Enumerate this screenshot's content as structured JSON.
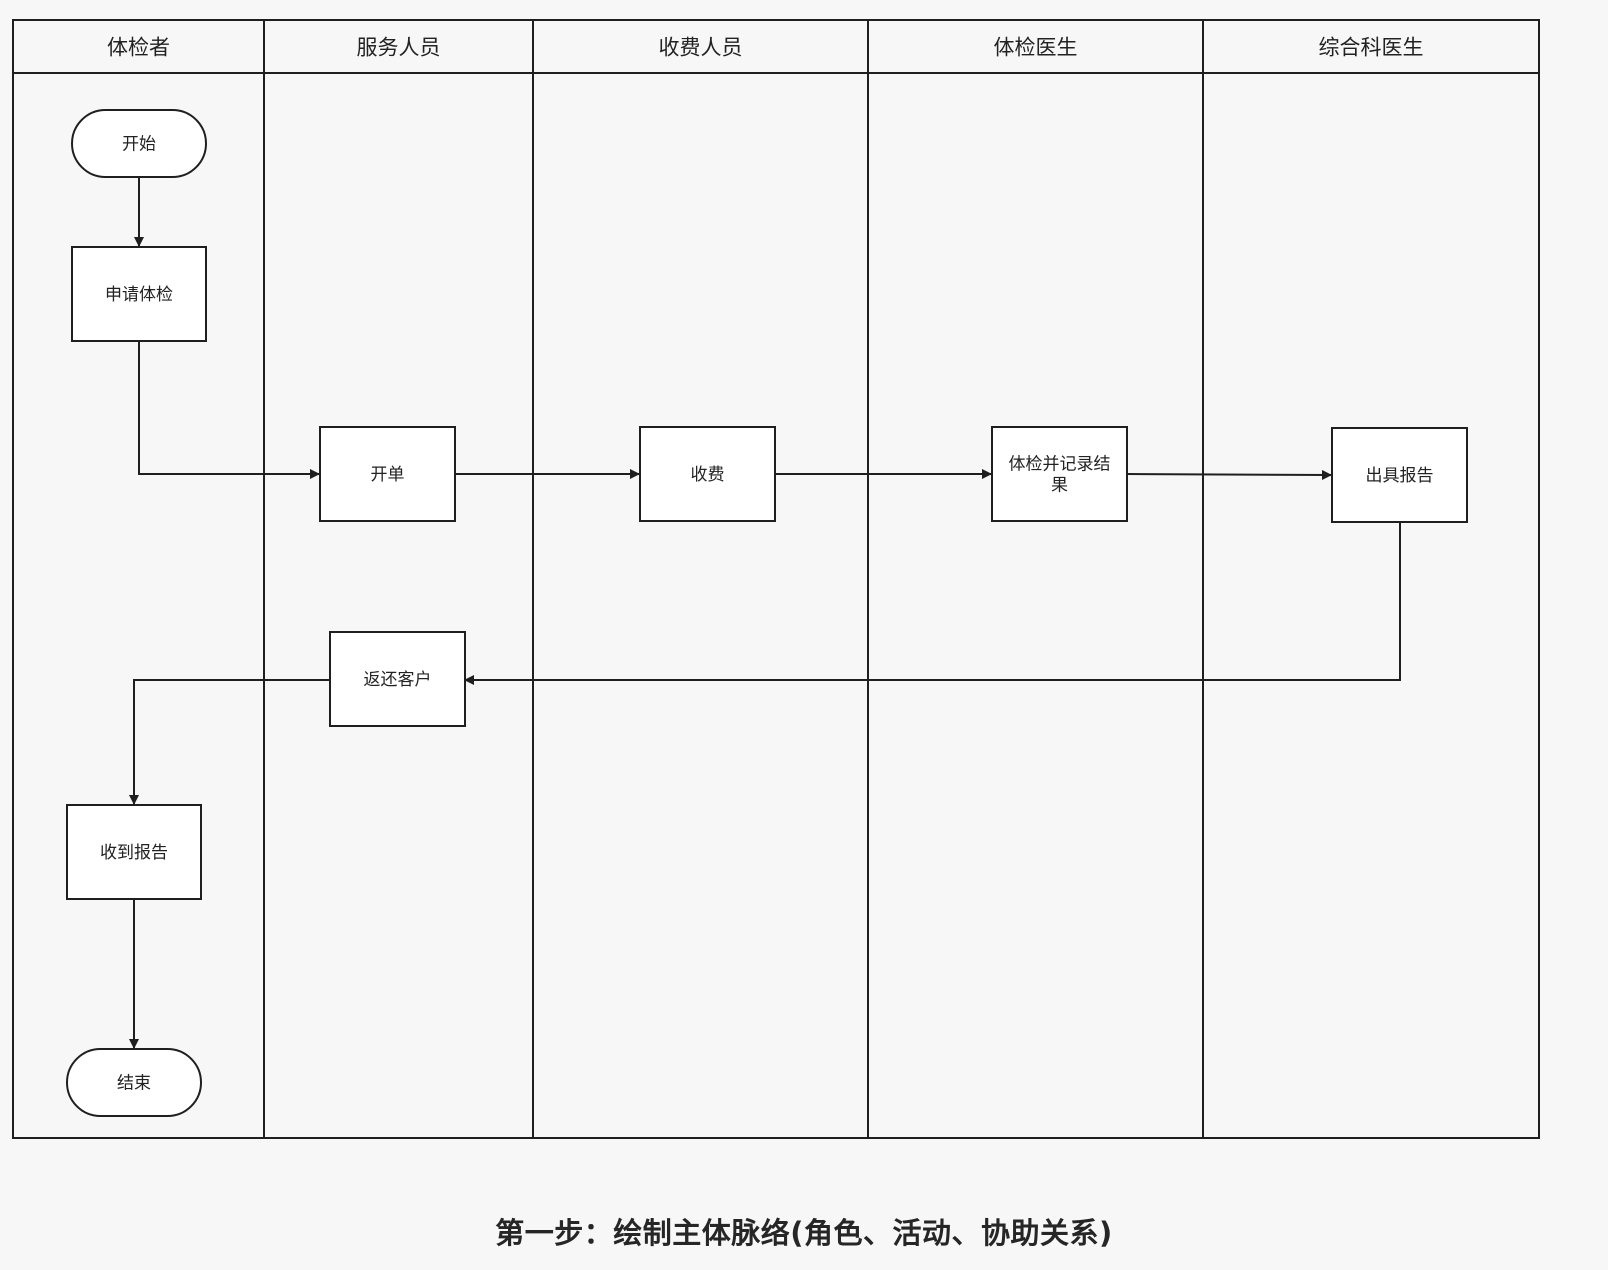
{
  "lanes": [
    {
      "id": "lane-examinee",
      "title": "体检者"
    },
    {
      "id": "lane-service",
      "title": "服务人员"
    },
    {
      "id": "lane-cashier",
      "title": "收费人员"
    },
    {
      "id": "lane-exam-doctor",
      "title": "体检医生"
    },
    {
      "id": "lane-general-doctor",
      "title": "综合科医生"
    }
  ],
  "nodes": [
    {
      "id": "start",
      "shape": "terminal",
      "lines": [
        "开始"
      ]
    },
    {
      "id": "apply-exam",
      "shape": "process",
      "lines": [
        "申请体检"
      ]
    },
    {
      "id": "issue-order",
      "shape": "process",
      "lines": [
        "开单"
      ]
    },
    {
      "id": "charge",
      "shape": "process",
      "lines": [
        "收费"
      ]
    },
    {
      "id": "examine-record",
      "shape": "process",
      "lines": [
        "体检并记录结",
        "果"
      ]
    },
    {
      "id": "issue-report",
      "shape": "process",
      "lines": [
        "出具报告"
      ]
    },
    {
      "id": "return-client",
      "shape": "process",
      "lines": [
        "返还客户"
      ]
    },
    {
      "id": "receive-report",
      "shape": "process",
      "lines": [
        "收到报告"
      ]
    },
    {
      "id": "end",
      "shape": "terminal",
      "lines": [
        "结束"
      ]
    }
  ],
  "edges": [
    {
      "from": "start",
      "to": "apply-exam"
    },
    {
      "from": "apply-exam",
      "to": "issue-order"
    },
    {
      "from": "issue-order",
      "to": "charge"
    },
    {
      "from": "charge",
      "to": "examine-record"
    },
    {
      "from": "examine-record",
      "to": "issue-report"
    },
    {
      "from": "issue-report",
      "to": "return-client"
    },
    {
      "from": "return-client",
      "to": "receive-report"
    },
    {
      "from": "receive-report",
      "to": "end"
    }
  ],
  "caption": "第一步：绘制主体脉络(角色、活动、协助关系)",
  "colors": {
    "line": "#1f1f1f",
    "background": "#f7f7f7",
    "node_fill": "#ffffff"
  }
}
